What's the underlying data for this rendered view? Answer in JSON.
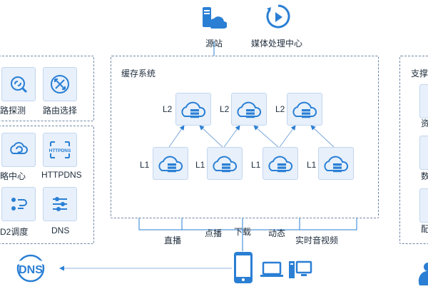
{
  "colors": {
    "accent": "#2a7fd4",
    "tile_bg": "#e7f0fb",
    "dashed_border": "#6f86a3"
  },
  "top": {
    "origin": {
      "label": "源站",
      "icon": "origin-server-icon"
    },
    "media": {
      "label": "媒体处理中心",
      "icon": "media-processing-icon"
    }
  },
  "left_panel_top": {
    "items": [
      {
        "label": "路探测",
        "icon": "link-probe-icon"
      },
      {
        "label": "路由选择",
        "icon": "route-select-icon"
      }
    ]
  },
  "left_panel_bottom": {
    "items": [
      {
        "label": "略中心",
        "icon": "strategy-center-icon"
      },
      {
        "label": "HTTPDNS",
        "icon": "httpdns-icon"
      },
      {
        "label": "D2调度",
        "icon": "scheduling-icon"
      },
      {
        "label": "DNS",
        "icon": "sliders-icon"
      }
    ],
    "httpdns_badge": "HTTPDNS"
  },
  "cache": {
    "title": "缓存系统",
    "l2_label": "L2",
    "l1_label": "L1",
    "l2_count": 3,
    "l1_count": 4
  },
  "traffic": {
    "live": "直播",
    "vod": "点播",
    "download": "下载",
    "dynamic": "动态",
    "rtc": "实时音视频"
  },
  "right_panel": {
    "title": "支撑",
    "items": [
      {
        "label": "资"
      },
      {
        "label": "数"
      },
      {
        "label": "配"
      }
    ]
  },
  "dns_logo": "DNS"
}
